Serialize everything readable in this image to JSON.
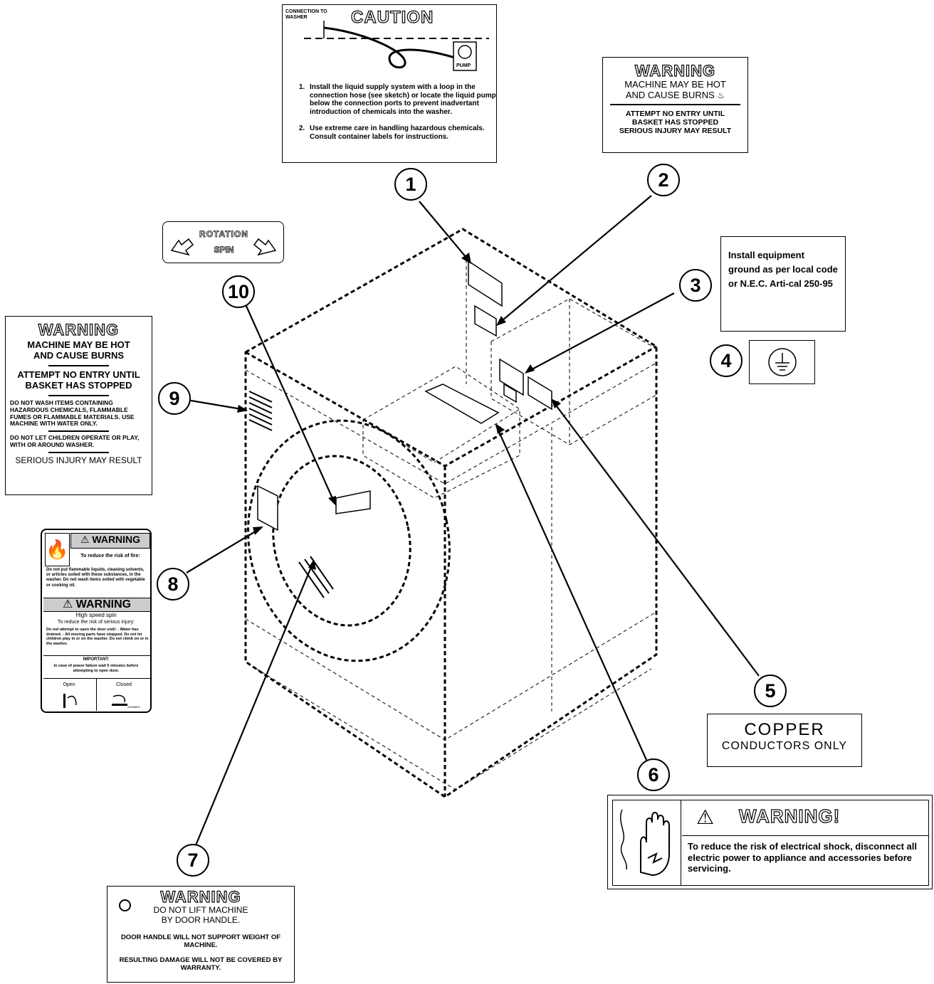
{
  "callouts": [
    "1",
    "2",
    "3",
    "4",
    "5",
    "6",
    "7",
    "8",
    "9",
    "10"
  ],
  "label1": {
    "hose_label": "CONNECTION TO WASHER",
    "title": "CAUTION",
    "pump": "PUMP",
    "items": [
      "Install the liquid supply system with a loop in the connection hose (see sketch) or locate the liquid pump below the connection ports to prevent inadvertant introduction of chemicals into the washer.",
      "Use extreme care in handling hazardous chemicals. Consult container labels for instructions."
    ]
  },
  "label2": {
    "title": "WARNING",
    "line1": "MACHINE MAY BE HOT",
    "line2": "AND CAUSE BURNS",
    "line3": "ATTEMPT NO ENTRY UNTIL",
    "line4": "BASKET HAS STOPPED",
    "line5": "SERIOUS INJURY MAY RESULT"
  },
  "label3": {
    "text": "Install equipment ground as per local code or N.E.C. Arti-cal 250-95"
  },
  "label5": {
    "line1": "COPPER",
    "line2": "CONDUCTORS ONLY"
  },
  "label6": {
    "title": "WARNING!",
    "text": "To reduce the risk of electrical shock, disconnect all electric power to appliance and accessories before servicing."
  },
  "label7": {
    "title": "WARNING",
    "line1": "DO NOT LIFT MACHINE BY DOOR HANDLE.",
    "line2": "DOOR HANDLE WILL NOT SUPPORT WEIGHT OF MACHINE.",
    "line3": "RESULTING DAMAGE WILL NOT BE COVERED BY WARRANTY."
  },
  "label8": {
    "title1": "WARNING",
    "fire_head": "To reduce the risk of fire:",
    "fire_text": "Do not put flammable liquids, cleaning solvents, or articles soiled with these substances, in the washer. Do not wash items soiled with vegetable or cooking oil.",
    "title2": "WARNING",
    "spin_head": "High speed spin",
    "spin_sub": "To reduce the risk of serious injury:",
    "spin_text": "Do not attempt to open the door until: - Water has drained. - All moving parts have stopped. Do not let children play in or on the washer. Do not climb on or in the washer.",
    "imp_head": "IMPORTANT:",
    "imp_text": "In case of power failure wait 5 minutes before attempting to open door.",
    "open": "Open",
    "closed": "Closed",
    "code": "20036801"
  },
  "label9": {
    "title": "WARNING",
    "line1": "MACHINE MAY BE HOT",
    "line2": "AND CAUSE BURNS",
    "line3": "ATTEMPT NO ENTRY UNTIL",
    "line4": "BASKET HAS STOPPED",
    "line5": "DO NOT WASH ITEMS CONTAINING HAZARDOUS CHEMICALS, FLAMMABLE FUMES OR FLAMMABLE MATERIALS. USE MACHINE WITH WATER ONLY.",
    "line6": "DO NOT LET CHILDREN OPERATE OR PLAY, WITH OR AROUND WASHER.",
    "line7": "SERIOUS INJURY MAY RESULT"
  },
  "label10": {
    "line1": "ROTATION",
    "line2": "SPIN"
  }
}
